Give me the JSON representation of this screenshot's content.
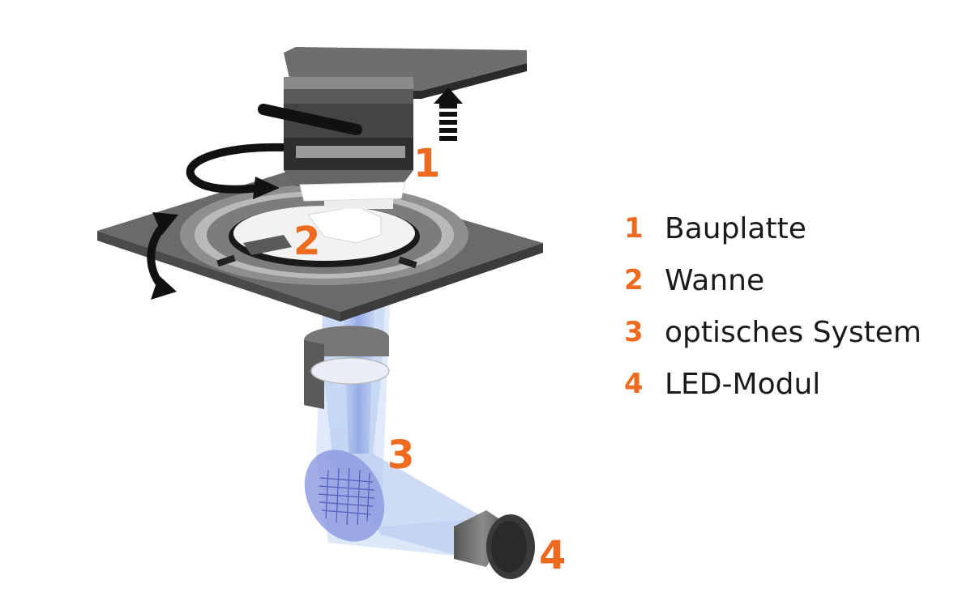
{
  "accent_color": "#ee6a1f",
  "diagram_labels": {
    "num1": "1",
    "num2": "2",
    "num3": "3",
    "num4": "4"
  },
  "legend": [
    {
      "num": "1",
      "text": "Bauplatte"
    },
    {
      "num": "2",
      "text": "Wanne"
    },
    {
      "num": "3",
      "text": "optisches System"
    },
    {
      "num": "4",
      "text": "LED-Modul"
    }
  ]
}
